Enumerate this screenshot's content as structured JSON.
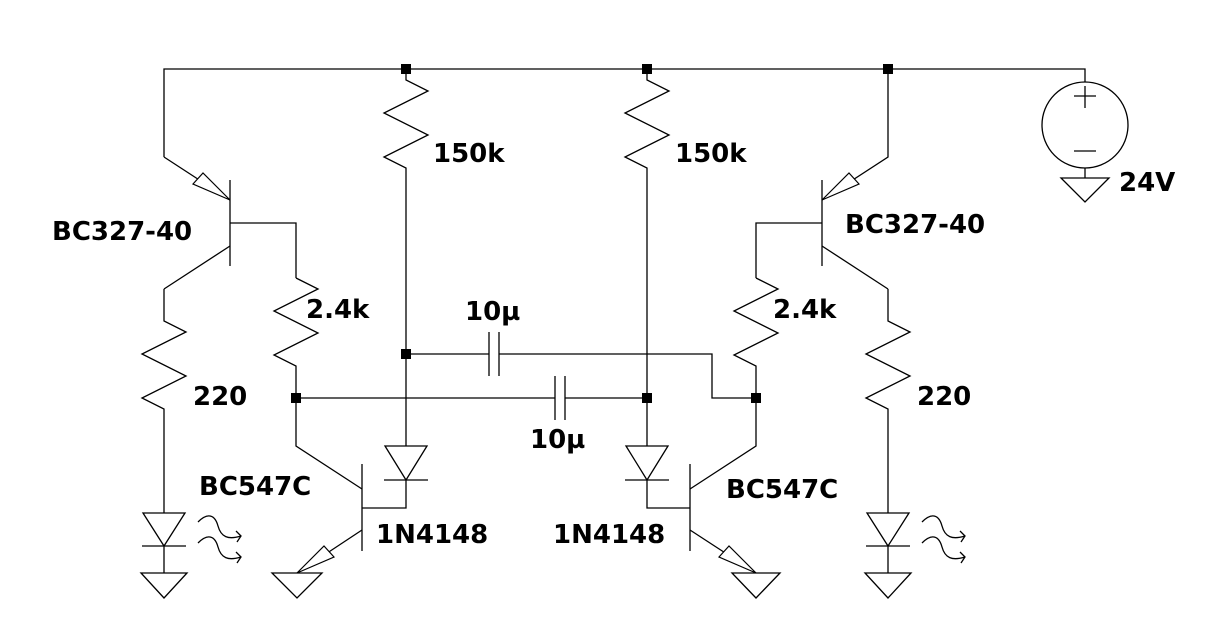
{
  "schematic": {
    "title": "Astable multivibrator LED flasher",
    "colors": {
      "wire": "#000000",
      "background": "#ffffff",
      "junction": "#000000"
    },
    "components": {
      "q_pnp_left": {
        "type": "pnp-transistor",
        "label": "BC327-40"
      },
      "q_pnp_right": {
        "type": "pnp-transistor",
        "label": "BC327-40"
      },
      "q_npn_left": {
        "type": "npn-transistor",
        "label": "BC547C"
      },
      "q_npn_right": {
        "type": "npn-transistor",
        "label": "BC547C"
      },
      "r_base_left": {
        "type": "resistor",
        "label": "150k"
      },
      "r_base_right": {
        "type": "resistor",
        "label": "150k"
      },
      "r_coll_left": {
        "type": "resistor",
        "label": "2.4k"
      },
      "r_coll_right": {
        "type": "resistor",
        "label": "2.4k"
      },
      "r_led_left": {
        "type": "resistor",
        "label": "220"
      },
      "r_led_right": {
        "type": "resistor",
        "label": "220"
      },
      "c_top": {
        "type": "capacitor",
        "label": "10µ"
      },
      "c_bottom": {
        "type": "capacitor",
        "label": "10µ"
      },
      "d_left": {
        "type": "diode",
        "label": "1N4148"
      },
      "d_right": {
        "type": "diode",
        "label": "1N4148"
      },
      "led_left": {
        "type": "led",
        "label": ""
      },
      "led_right": {
        "type": "led",
        "label": ""
      },
      "v_supply": {
        "type": "voltage-source",
        "label": "24V"
      }
    }
  }
}
